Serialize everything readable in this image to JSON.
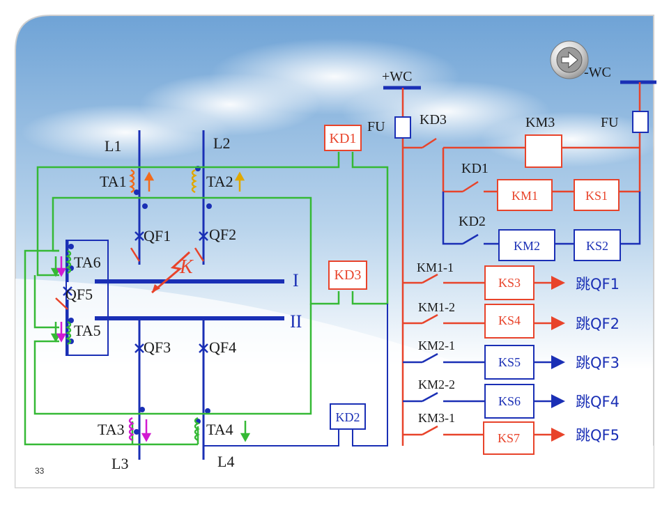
{
  "nav": {
    "icon": "arrow-right-icon"
  },
  "slide_number": "33",
  "primary": {
    "lines": [
      "L1",
      "L2",
      "L3",
      "L4"
    ],
    "ta": [
      "TA1",
      "TA2",
      "TA3",
      "TA4",
      "TA5",
      "TA6"
    ],
    "breakers": [
      "QF1",
      "QF2",
      "QF3",
      "QF4",
      "QF5"
    ],
    "bus_labels": [
      "I",
      "II"
    ],
    "fault_label": "K"
  },
  "relays": {
    "kd1": "KD1",
    "kd2": "KD2",
    "kd3": "KD3"
  },
  "dc": {
    "plus": "+WC",
    "minus": "-WC",
    "fuse": "FU",
    "contacts": [
      "KD3",
      "KD1",
      "KD2",
      "KM1-1",
      "KM1-2",
      "KM2-1",
      "KM2-2",
      "KM3-1"
    ],
    "coils": [
      "KM3",
      "KM1",
      "KS1",
      "KM2",
      "KS2",
      "KS3",
      "KS4",
      "KS5",
      "KS6",
      "KS7"
    ],
    "trips": [
      "跳QF1",
      "跳QF2",
      "跳QF3",
      "跳QF4",
      "跳QF5"
    ]
  },
  "colors": {
    "primary": "#1a2fb5",
    "red": "#e8432a",
    "green": "#35b935",
    "magenta": "#d11ad1",
    "orange": "#f26a1b",
    "gold": "#e0a800",
    "frame": "#cfcfcf"
  }
}
